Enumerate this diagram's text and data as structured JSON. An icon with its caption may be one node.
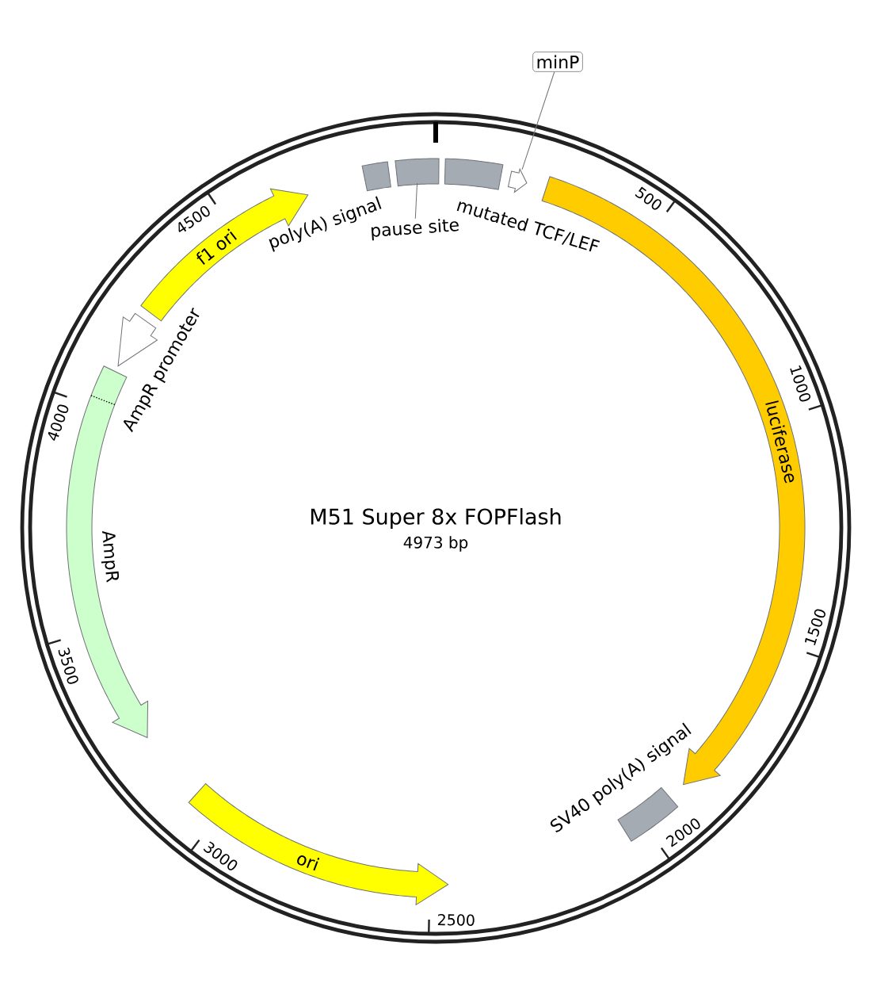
{
  "diagram": {
    "title": "M51 Super 8x FOPFlash",
    "nodes": [
      {
        "text": [
          "f1 ori"
        ]
      },
      {
        "text": [
          "AmpR promoter"
        ]
      },
      {
        "text": [
          "AmpR"
        ]
      },
      {
        "text": [
          "ori"
        ]
      },
      {
        "text": [
          "SV40 poly(A) signal"
        ]
      },
      {
        "text": [
          "luciferase"
        ]
      },
      {
        "text": [
          "minP"
        ]
      },
      {
        "text": [],
        "shape": "pentagon"
      },
      {
        "text": [
          "mutated TCF/LEF"
        ]
      },
      {
        "text": [
          "pause site"
        ]
      },
      {
        "text": [],
        "shape": "box"
      },
      {
        "text": [
          "poly(A) signal"
        ]
      }
    ],
    "edges": [
      {
        "from": 6,
        "to": 7,
        "arrow": "none"
      },
      {
        "from": 9,
        "to": 10,
        "arrow": "none"
      }
    ],
    "labels": [
      "4973 bp",
      "500",
      "1000",
      "1500",
      "2000",
      "2500",
      "3000",
      "3500",
      "4000",
      "4500"
    ]
  }
}
